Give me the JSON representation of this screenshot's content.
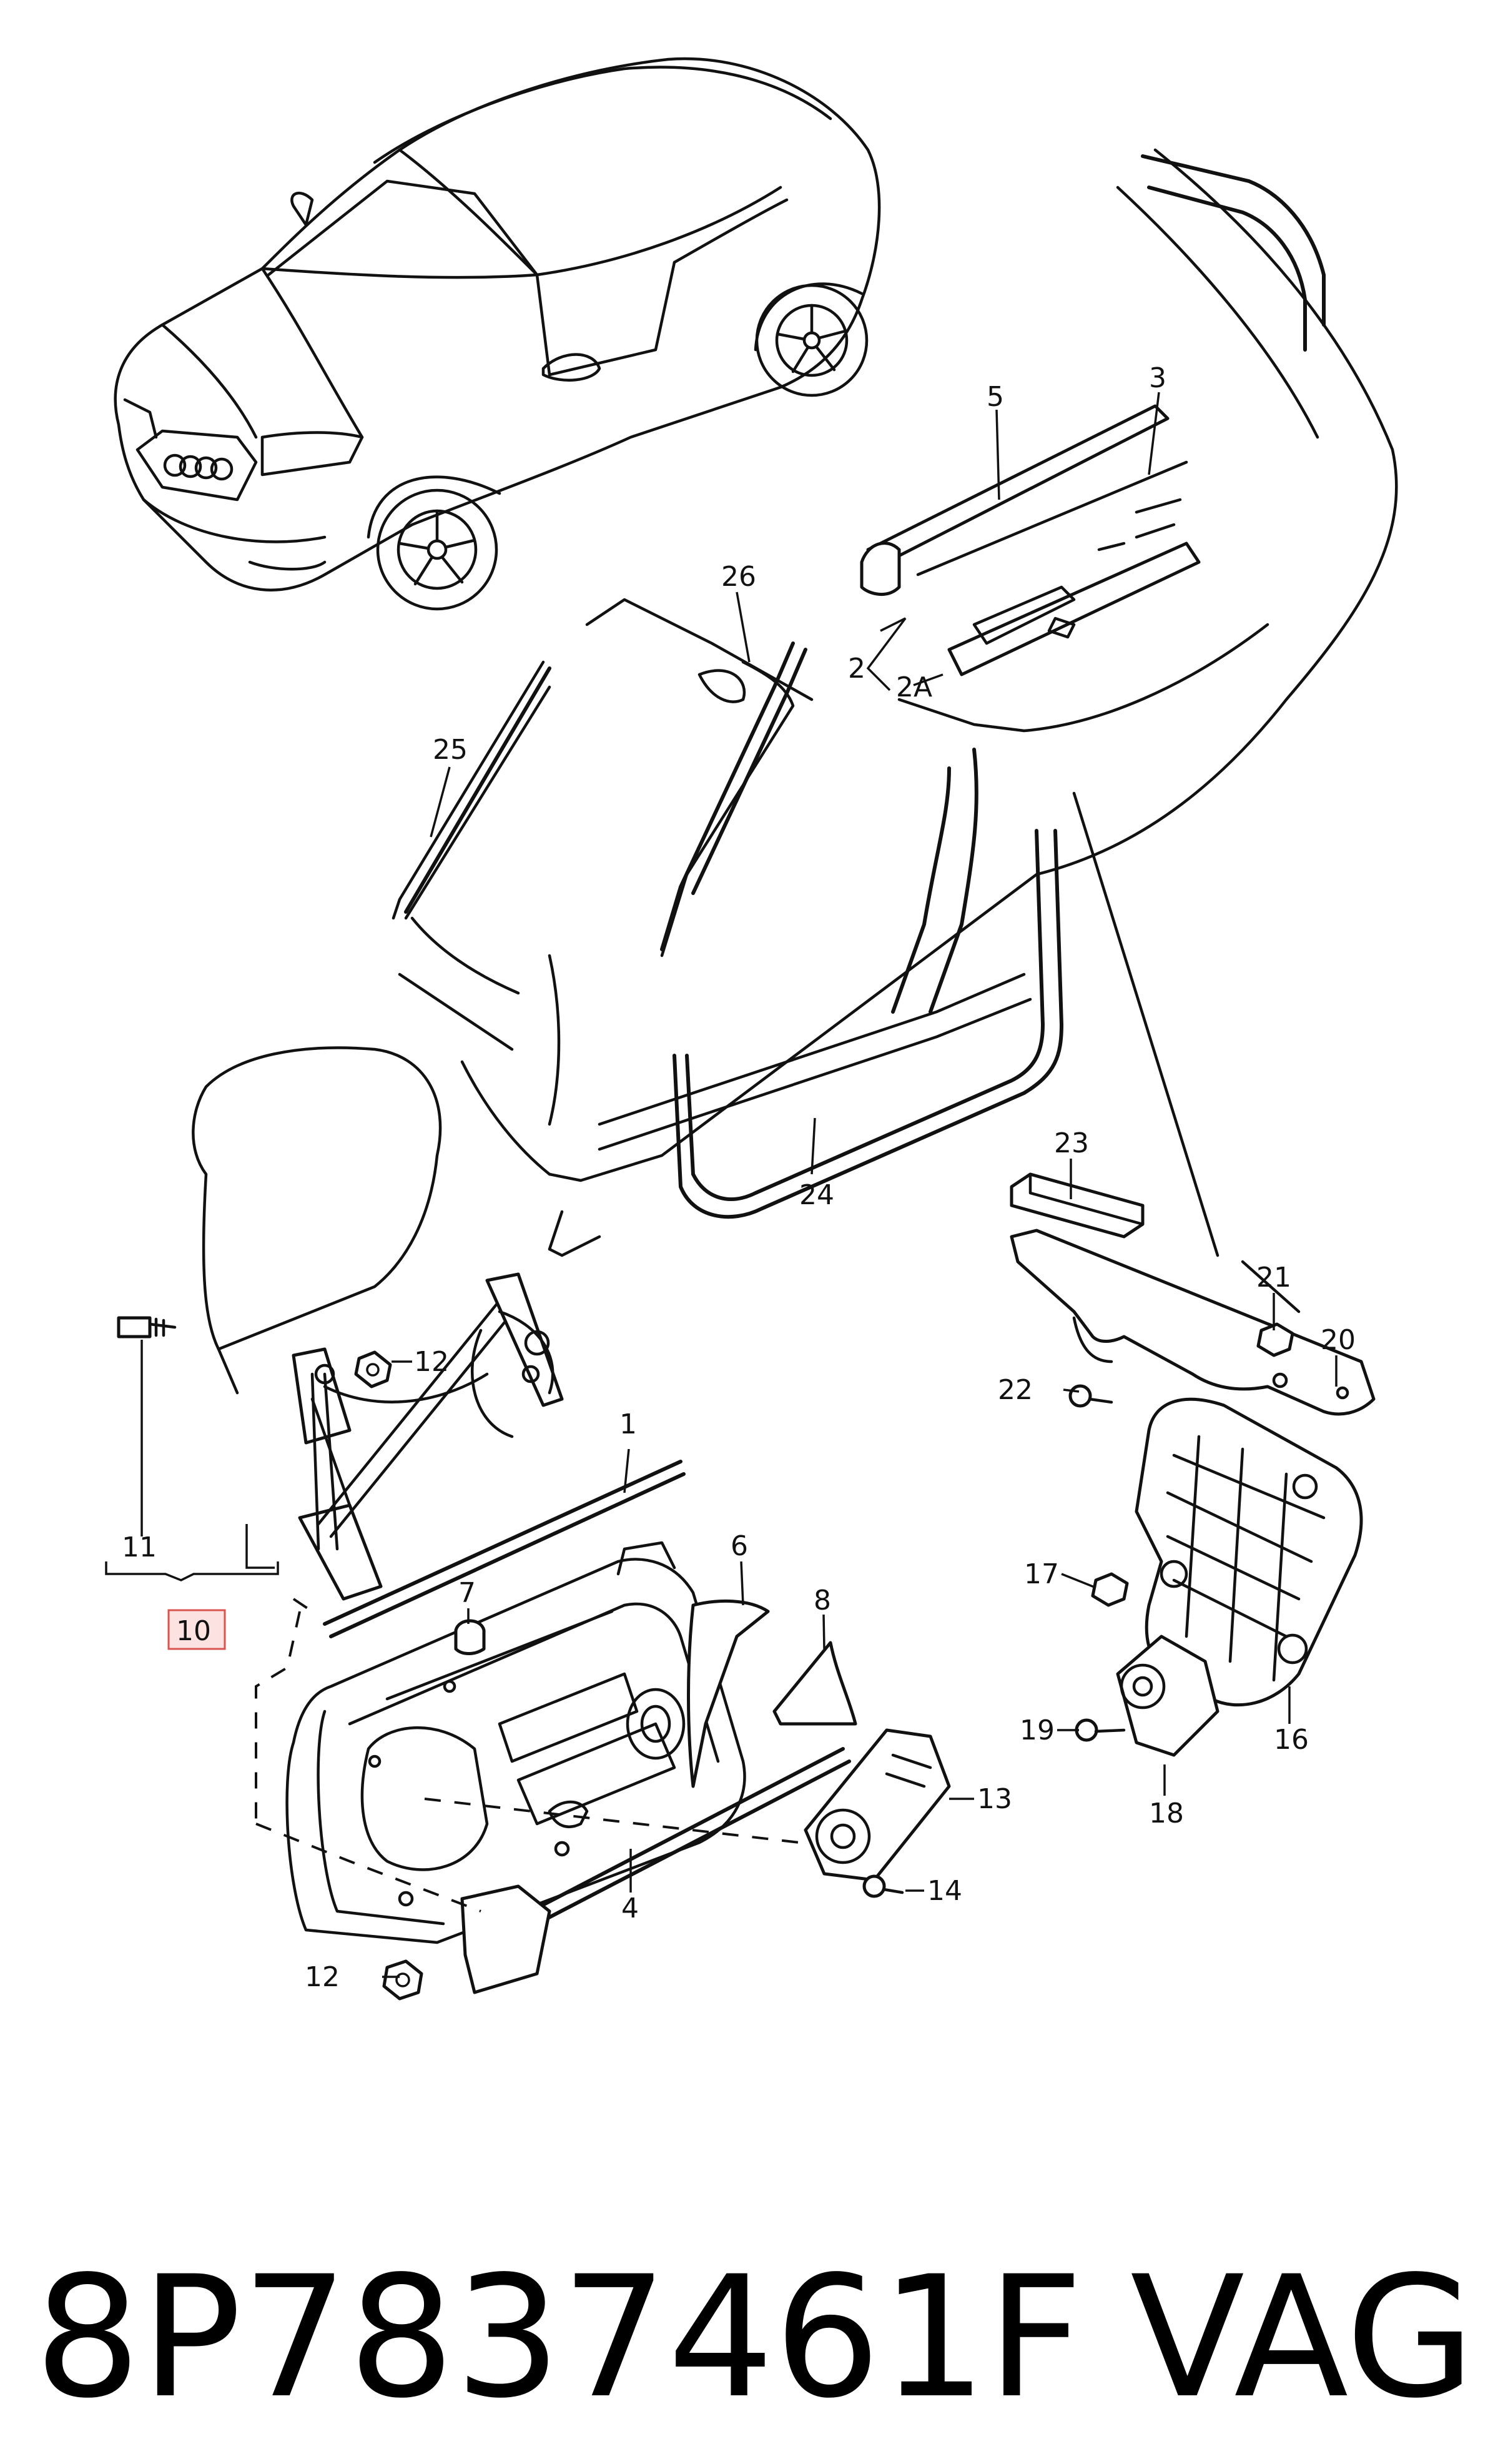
{
  "callouts": {
    "c1": "1",
    "c2": "2",
    "c2a": "2A",
    "c3": "3",
    "c4": "4",
    "c5": "5",
    "c6": "6",
    "c7": "7",
    "c8": "8",
    "c10": "10",
    "c11": "11",
    "c12a": "12",
    "c12b": "12",
    "c13": "13",
    "c14": "14",
    "c16": "16",
    "c17": "17",
    "c18": "18",
    "c19": "19",
    "c20": "20",
    "c21": "21",
    "c22": "22",
    "c23": "23",
    "c24": "24",
    "c25": "25",
    "c26": "26"
  },
  "highlight": {
    "callout": "10",
    "fill": "#fde2e2",
    "border": "#d9534f"
  },
  "footer": {
    "part_number": "8P7837461F",
    "brand": "VAG"
  }
}
